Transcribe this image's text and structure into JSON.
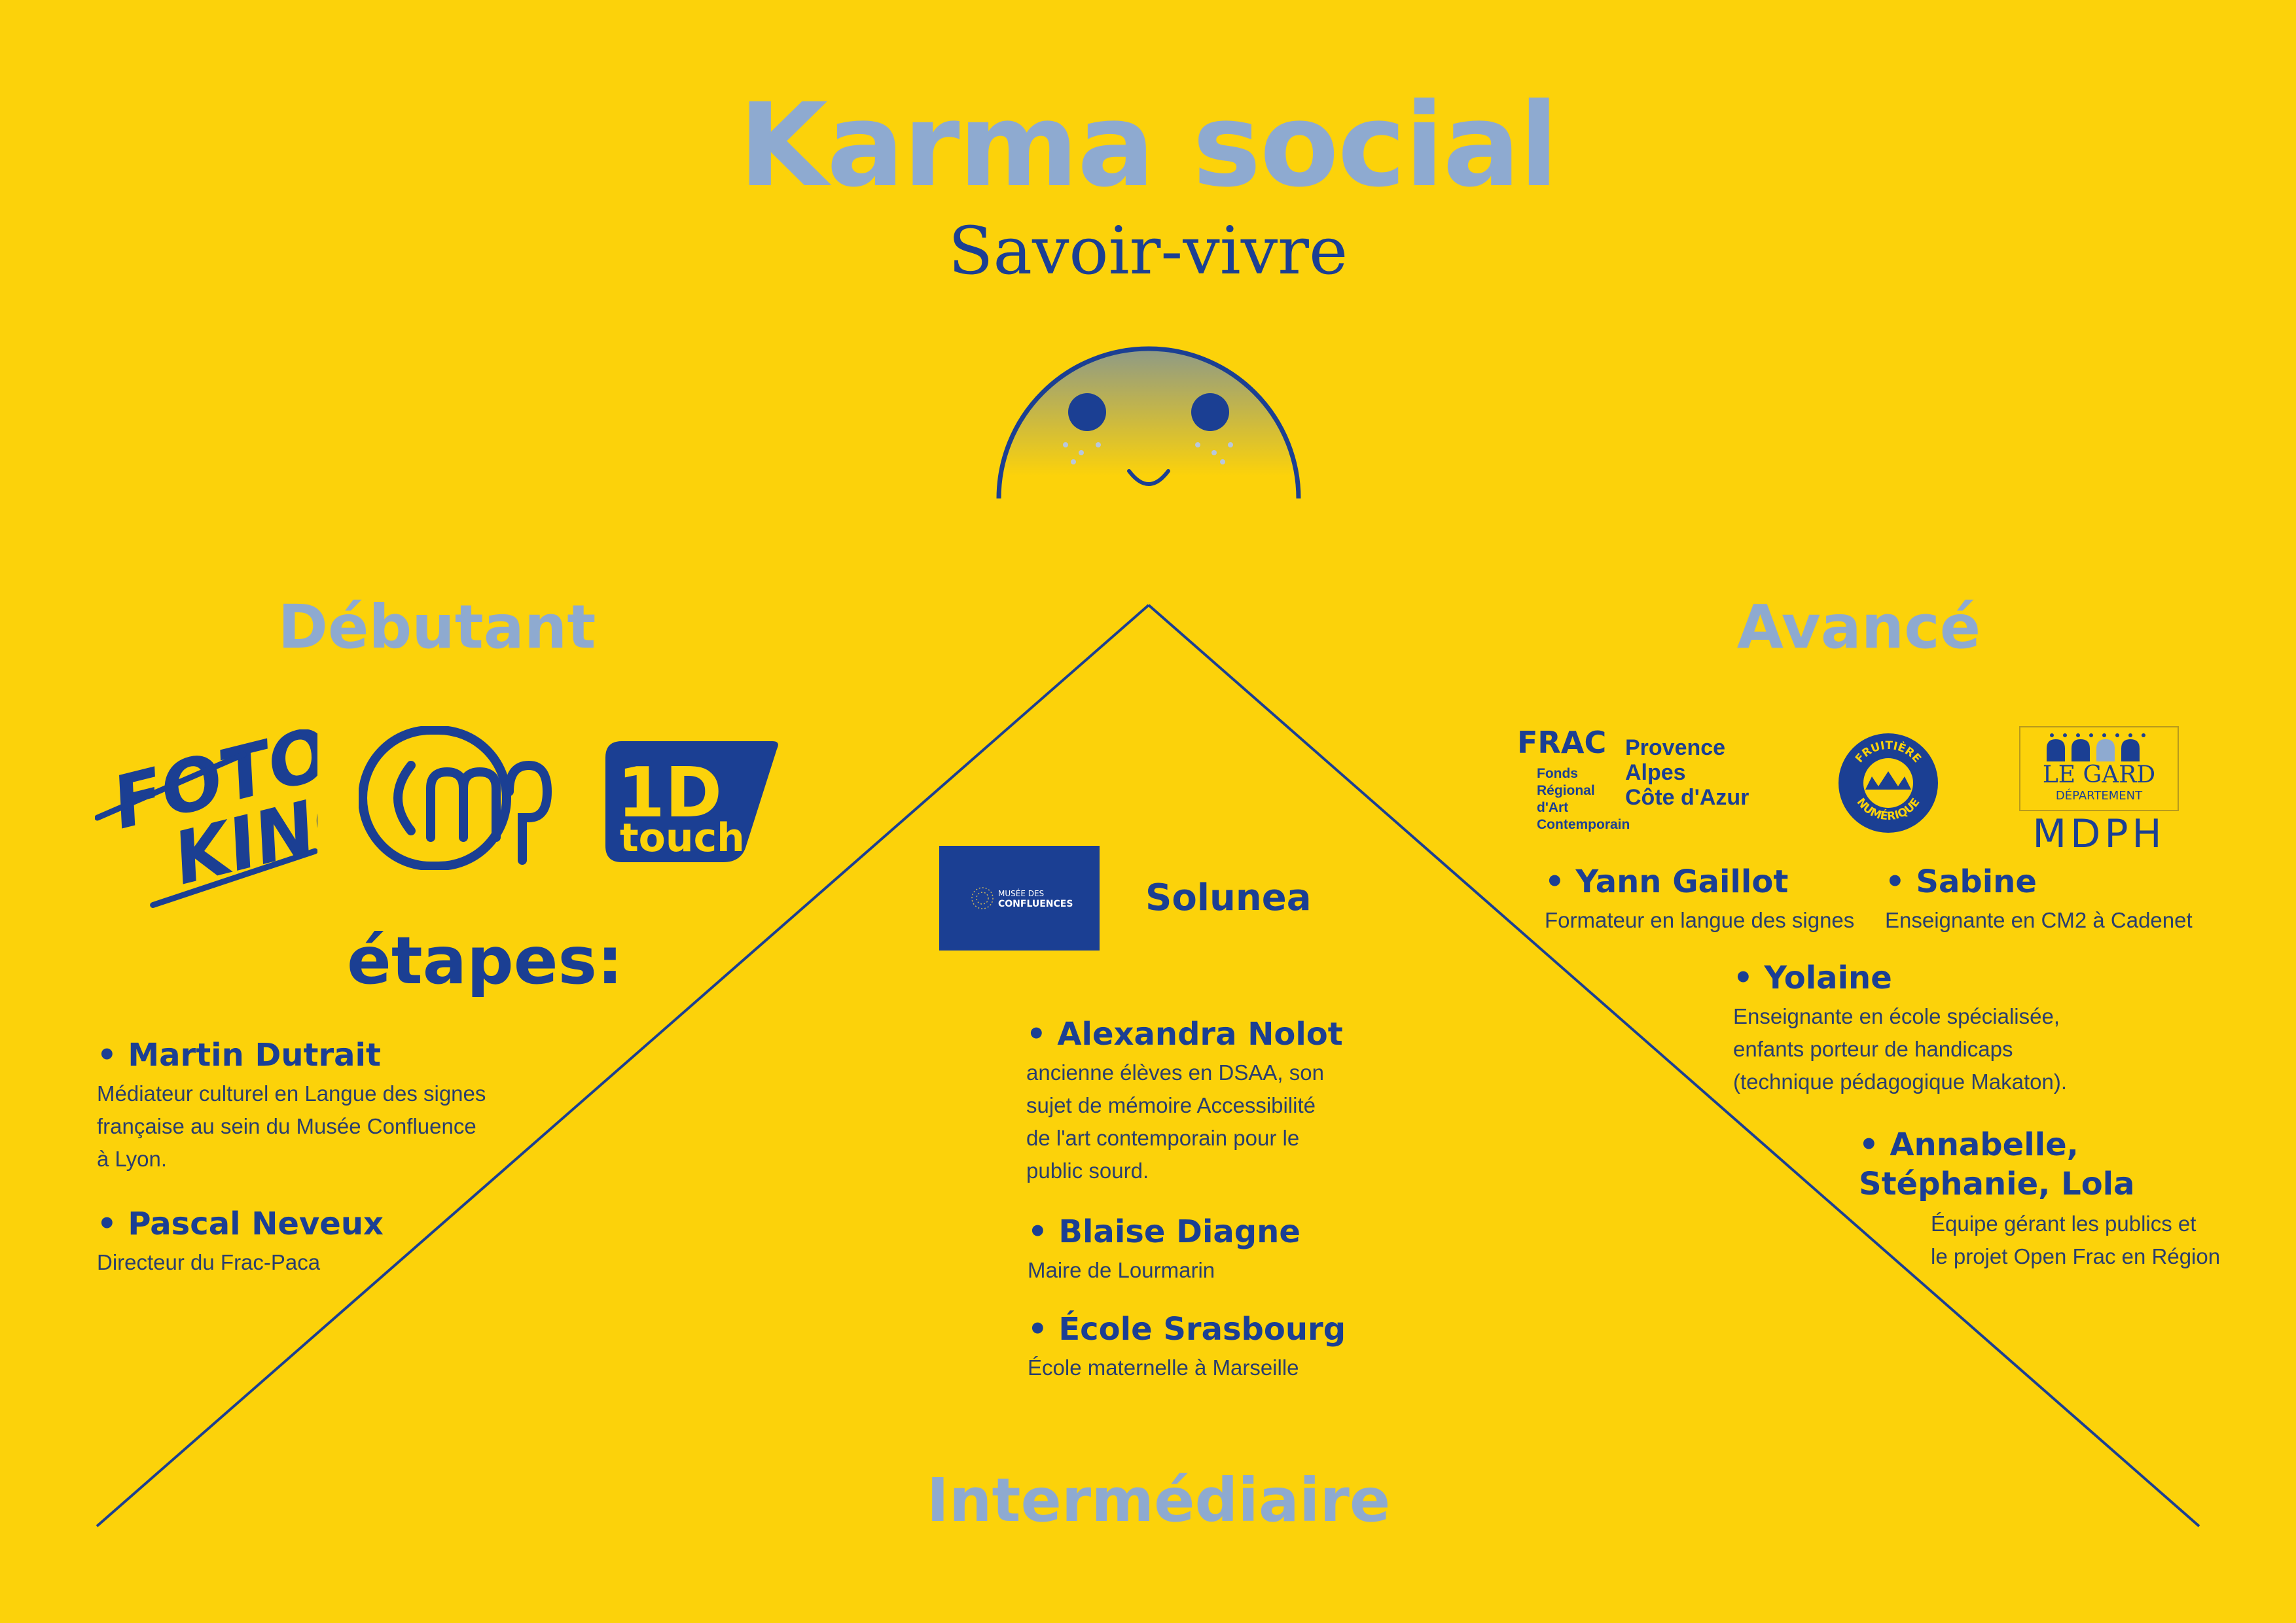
{
  "header": {
    "title": "Karma social",
    "subtitle": "Savoir-vivre"
  },
  "levels": {
    "beginner": "Débutant",
    "intermediate": "Intermédiaire",
    "advanced": "Avancé"
  },
  "beginner": {
    "logos": [
      "Foto Kino",
      "CMP",
      "1D touch"
    ],
    "logo_texts": {
      "fotokino_a": "FOTO",
      "fotokino_b": "KINO",
      "touch_a": "1D",
      "touch_b": "touch"
    },
    "steps_label": "étapes:",
    "people": [
      {
        "name": "• Martin Dutrait",
        "desc": [
          "Médiateur culturel en Langue des signes",
          "française  au sein du Musée Confluence",
          "à Lyon."
        ]
      },
      {
        "name": "• Pascal Neveux",
        "desc": [
          "Directeur du Frac-Paca"
        ]
      }
    ]
  },
  "intermediate": {
    "logo_museum": [
      "MUSÉE DES",
      "CONFLUENCES"
    ],
    "partner": "Solunea",
    "people": [
      {
        "name": "• Alexandra Nolot",
        "desc": [
          "ancienne élèves en DSAA, son",
          "sujet de mémoire Accessibilité",
          "de l'art contemporain pour le",
          "public sourd."
        ]
      },
      {
        "name": "• Blaise Diagne",
        "desc": [
          "Maire de Lourmarin"
        ]
      },
      {
        "name": "• École Srasbourg",
        "desc": [
          "École maternelle à Marseille"
        ]
      }
    ]
  },
  "advanced": {
    "frac": {
      "acronym": "FRAC",
      "left": [
        "Fonds",
        "Régional",
        "d'Art",
        "Contemporain"
      ],
      "right": [
        "Provence",
        "Alpes",
        "Côte d'Azur"
      ]
    },
    "fruitiere": [
      "FRUITIÈRE",
      "NUMÉRIQUE"
    ],
    "gard": {
      "title": "LE GARD",
      "sub": "DÉPARTEMENT",
      "label": "MDPH"
    },
    "people": [
      {
        "name": "• Yann Gaillot",
        "desc": [
          "Formateur en langue des signes"
        ]
      },
      {
        "name": "• Sabine",
        "desc": [
          "Enseignante en CM2 à Cadenet"
        ]
      },
      {
        "name": "• Yolaine",
        "desc": [
          "Enseignante en école spécialisée,",
          "enfants porteur de handicaps",
          "(technique pédagogique Makaton)."
        ]
      },
      {
        "name_lines": [
          "• Annabelle,",
          "Stéphanie, Lola"
        ],
        "desc": [
          "Équipe gérant les publics et",
          "le projet Open Frac en Région"
        ]
      }
    ]
  },
  "colors": {
    "background": "#FCD20A",
    "dark_blue": "#1B3F93",
    "light_blue": "#8EAAD0"
  }
}
